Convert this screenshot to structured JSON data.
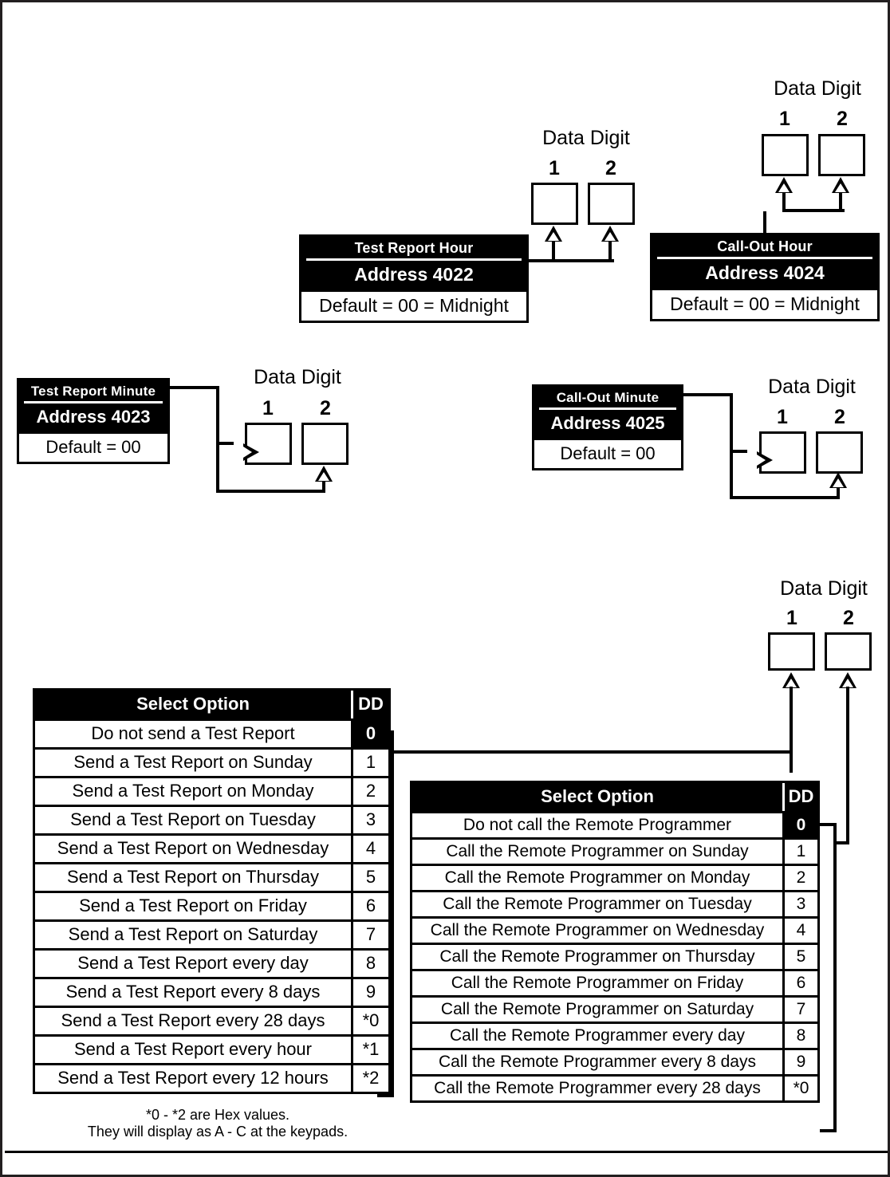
{
  "blocks": [
    {
      "id": "test-report-hour",
      "title": "Test Report Hour",
      "address": "Address 4022",
      "default": "Default = 00 = Midnight"
    },
    {
      "id": "call-out-hour",
      "title": "Call-Out Hour",
      "address": "Address 4024",
      "default": "Default = 00 = Midnight"
    },
    {
      "id": "test-report-minute",
      "title": "Test Report Minute",
      "address": "Address 4023",
      "default": "Default = 00"
    },
    {
      "id": "call-out-minute",
      "title": "Call-Out Minute",
      "address": "Address 4025",
      "default": "Default = 00"
    }
  ],
  "data_digit": {
    "label": "Data Digit",
    "digit1": "1",
    "digit2": "2"
  },
  "tables": [
    {
      "id": "test-report-schedule",
      "header_option": "Select Option",
      "header_dd": "DD",
      "rows": [
        {
          "option": "Do not send a Test Report",
          "dd": "0"
        },
        {
          "option": "Send a Test Report on Sunday",
          "dd": "1"
        },
        {
          "option": "Send a Test Report on Monday",
          "dd": "2"
        },
        {
          "option": "Send a Test Report on Tuesday",
          "dd": "3"
        },
        {
          "option": "Send a Test Report on Wednesday",
          "dd": "4"
        },
        {
          "option": "Send a Test Report on Thursday",
          "dd": "5"
        },
        {
          "option": "Send a Test Report on Friday",
          "dd": "6"
        },
        {
          "option": "Send a Test Report on Saturday",
          "dd": "7"
        },
        {
          "option": "Send a Test Report every day",
          "dd": "8"
        },
        {
          "option": "Send a Test Report every 8 days",
          "dd": "9"
        },
        {
          "option": "Send a Test Report every 28 days",
          "dd": "*0"
        },
        {
          "option": "Send a Test Report every hour",
          "dd": "*1"
        },
        {
          "option": "Send a Test Report every 12 hours",
          "dd": "*2"
        }
      ],
      "footnote_line1": "*0 - *2 are Hex values.",
      "footnote_line2": "They will display as A - C at the keypads."
    },
    {
      "id": "remote-programmer-schedule",
      "header_option": "Select Option",
      "header_dd": "DD",
      "rows": [
        {
          "option": "Do not call the Remote Programmer",
          "dd": "0"
        },
        {
          "option": "Call the Remote Programmer on Sunday",
          "dd": "1"
        },
        {
          "option": "Call the Remote Programmer on Monday",
          "dd": "2"
        },
        {
          "option": "Call the Remote Programmer on Tuesday",
          "dd": "3"
        },
        {
          "option": "Call the Remote Programmer on Wednesday",
          "dd": "4"
        },
        {
          "option": "Call the Remote Programmer on Thursday",
          "dd": "5"
        },
        {
          "option": "Call the Remote Programmer on Friday",
          "dd": "6"
        },
        {
          "option": "Call the Remote Programmer on Saturday",
          "dd": "7"
        },
        {
          "option": "Call the Remote Programmer every day",
          "dd": "8"
        },
        {
          "option": "Call the Remote Programmer every 8 days",
          "dd": "9"
        },
        {
          "option": "Call the Remote Programmer every 28 days",
          "dd": "*0"
        }
      ]
    }
  ],
  "colors": {
    "ink": "#000000",
    "paper": "#ffffff",
    "page_border": "#231f20"
  }
}
